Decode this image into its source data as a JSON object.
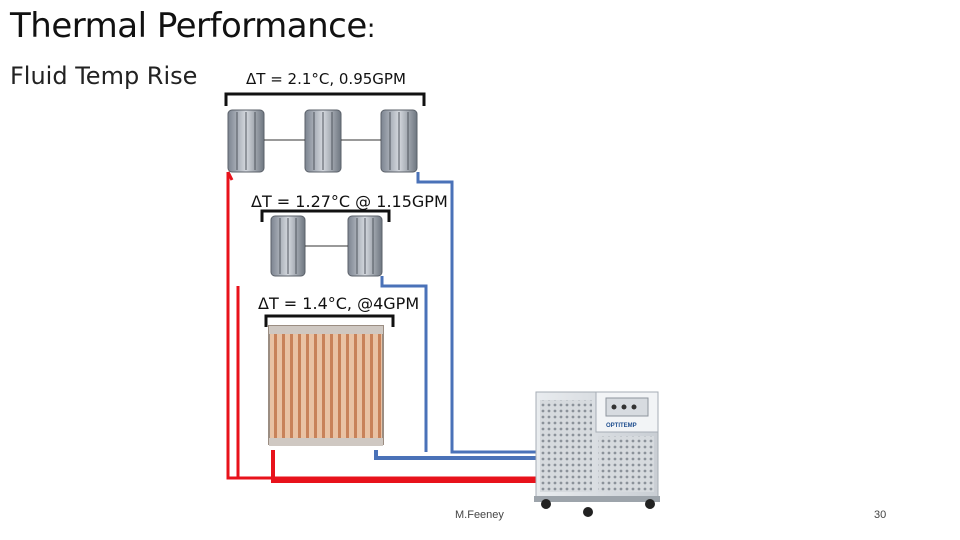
{
  "slide": {
    "title": "Thermal Performance",
    "title_colon": ":",
    "subtitle": "Fluid Temp Rise",
    "footer_author": "M.Feeney",
    "page_number": "30"
  },
  "annotations": {
    "top": "ΔT = 2.1°C, 0.95GPM",
    "middle": "ΔT = 1.27°C @ 1.15GPM",
    "bottom": "ΔT = 1.4°C, @4GPM"
  },
  "chiller": {
    "brand": "OPTITEMP"
  },
  "colors": {
    "supply": "#e8121b",
    "return": "#4a72b8"
  }
}
